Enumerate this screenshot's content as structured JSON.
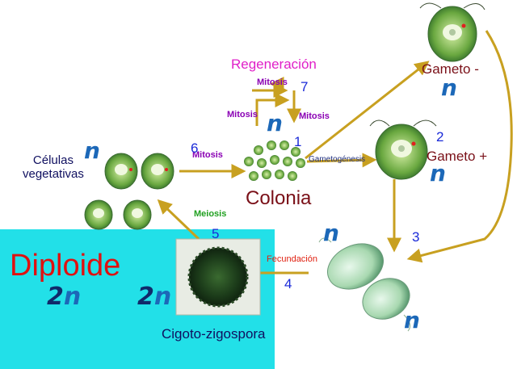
{
  "title_regeneracion": "Regeneración",
  "label_mitosis_top": "Mitosis",
  "label_mitosis_left": "Mitosis",
  "label_mitosis_right": "Mitosis",
  "label_mitosis_cells": "Mitosis",
  "label_gametogenesis": "Gametogénesis",
  "label_meiosis": "Meiosis",
  "label_fecundacion": "Fecundación",
  "colonia": "Colonia",
  "celulas_vegetativas": [
    "Células",
    "vegetativas"
  ],
  "gameto_minus": "Gameto -",
  "gameto_plus": "Gameto +",
  "cigoto": "Cigoto-zigospora",
  "diploide": "Diploide",
  "haploid_symbol": "n",
  "diploid_prefix": "2",
  "diploid_symbol": "n",
  "step_numbers": [
    "1",
    "2",
    "3",
    "4",
    "5",
    "6",
    "7"
  ],
  "colors": {
    "arrow": "#c8a020",
    "diploid_bg": "#22e0e8",
    "mitosis": "#8a00b4",
    "regeneracion": "#e020c8",
    "colonia": "#7a1018",
    "diploide": "#e01010",
    "fecundacion": "#e02010",
    "meiosis": "#20a020",
    "gametogenesis": "#203080",
    "haploid_n": "#1c68b8"
  }
}
